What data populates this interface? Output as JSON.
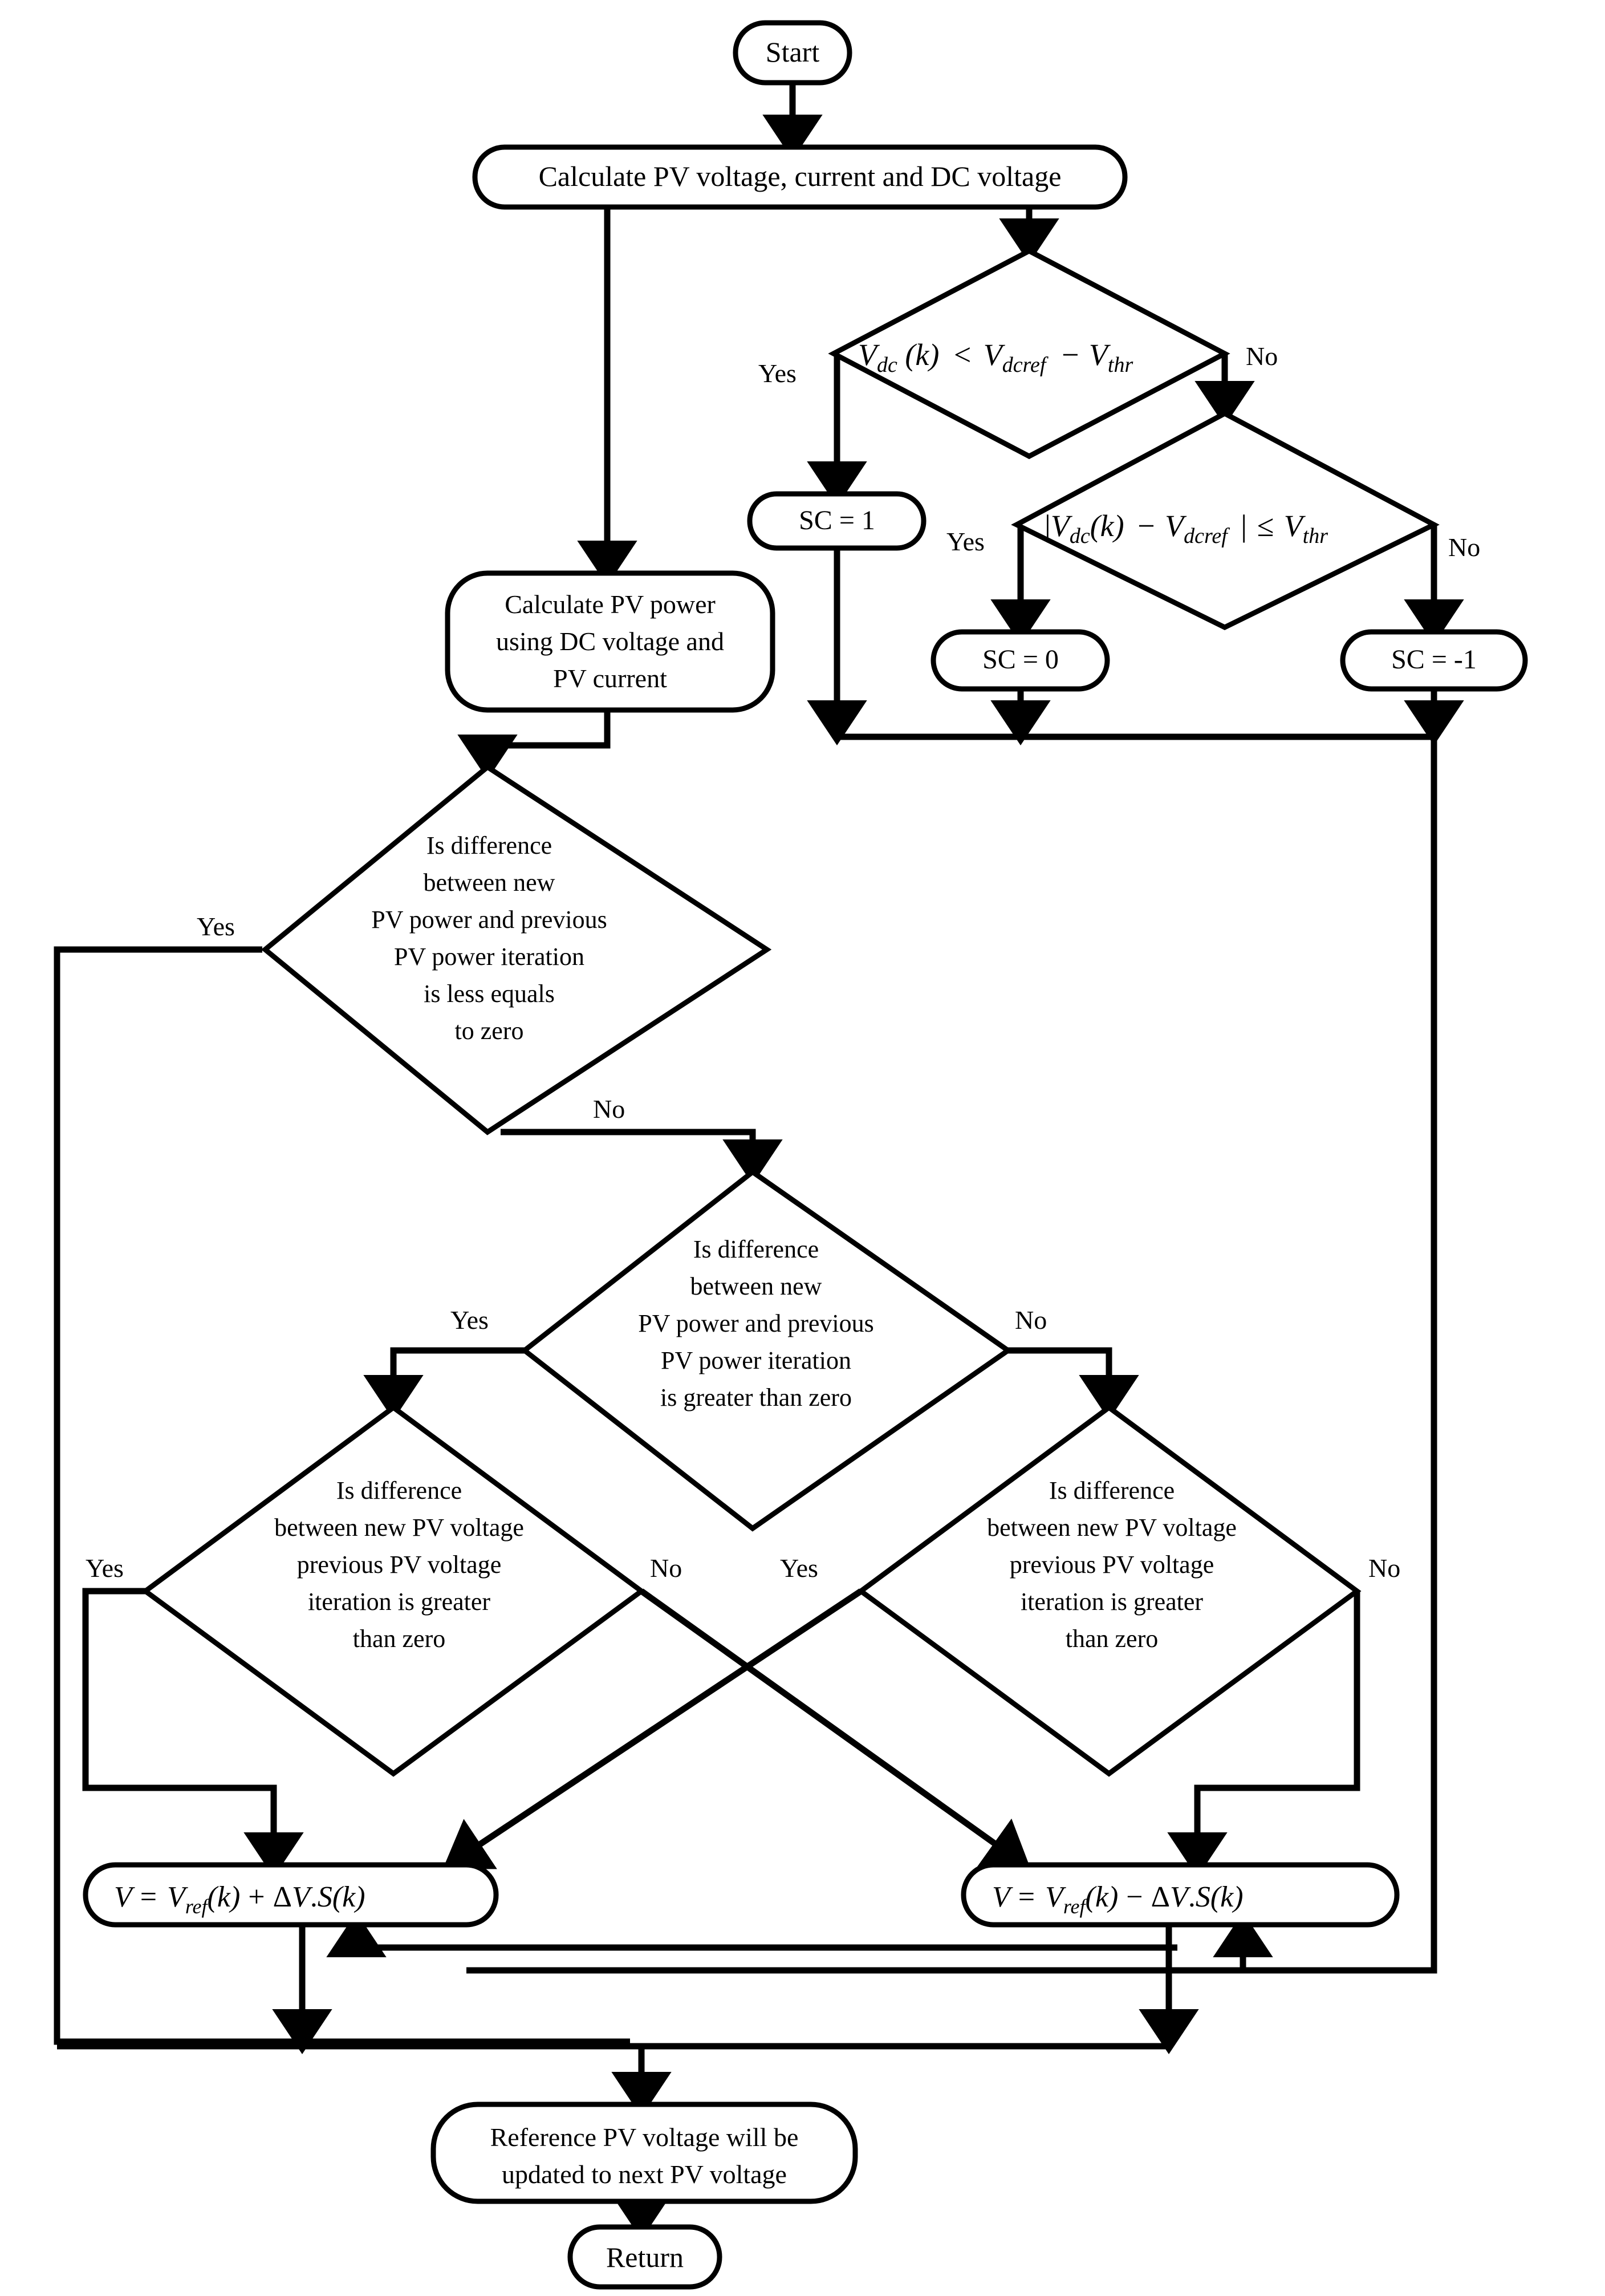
{
  "diagram": {
    "title": "MPPT with DC-link voltage supervisory control flowchart",
    "stroke_color": "#000000",
    "fill_color": "#ffffff",
    "background": "#ffffff"
  },
  "nodes": {
    "start": {
      "label": "Start",
      "shape": "terminator"
    },
    "calc_measure": {
      "label": "Calculate PV voltage, current and DC voltage",
      "shape": "process"
    },
    "dec_vdc_less": {
      "shape": "decision",
      "expr_plain": "V_dc (k) < V_dcref - V_thr",
      "parts": {
        "v1": "V",
        "sub1": "dc",
        "arg1": "(k)",
        "op1": "<",
        "v2": "V",
        "sub2": "dcref",
        "op2": "−",
        "v3": "V",
        "sub3": "thr"
      },
      "yes": "Yes",
      "no": "No"
    },
    "sc_1": {
      "label": "SC = 1",
      "shape": "process"
    },
    "dec_vdc_abs": {
      "shape": "decision",
      "expr_plain": "|V_dc(k) - V_dcref| ≤ V_thr",
      "parts": {
        "bar_open": "|",
        "v1": "V",
        "sub1": "dc",
        "arg1": "(k)",
        "op1": "−",
        "v2": "V",
        "sub2": "dcref",
        "bar_close": "|",
        "op2": "≤",
        "v3": "V",
        "sub3": "thr"
      },
      "yes": "Yes",
      "no": "No"
    },
    "sc_0": {
      "label": "SC = 0",
      "shape": "process"
    },
    "sc_m1": {
      "label": "SC = -1",
      "shape": "process"
    },
    "calc_power": {
      "lines": [
        "Calculate PV power",
        "using DC voltage and",
        "PV current"
      ],
      "shape": "process"
    },
    "dec_power_le": {
      "shape": "decision",
      "lines": [
        "Is difference",
        "between new",
        "PV power and previous",
        "PV power iteration",
        "is less equals",
        "to zero"
      ],
      "yes": "Yes",
      "no": "No"
    },
    "dec_power_gt": {
      "shape": "decision",
      "lines": [
        "Is difference",
        "between new",
        "PV power and previous",
        "PV power iteration",
        "is greater than zero"
      ],
      "yes": "Yes",
      "no": "No"
    },
    "dec_volt_left": {
      "shape": "decision",
      "lines": [
        "Is difference",
        "between new PV voltage",
        "previous PV voltage",
        "iteration is greater",
        "than zero"
      ],
      "yes": "Yes",
      "no": "No"
    },
    "dec_volt_right": {
      "shape": "decision",
      "lines": [
        "Is difference",
        "between new PV voltage",
        "previous PV voltage",
        "iteration is greater",
        "than zero"
      ],
      "yes": "Yes",
      "no": "No"
    },
    "v_plus": {
      "shape": "process",
      "expr_plain": "V = V_ref(k) + ΔV.S(k)",
      "parts": {
        "v0": "V",
        "eq": "=",
        "v1": "V",
        "sub1": "ref",
        "arg1": "(k)",
        "op": "+",
        "delta": "ΔV.S(k)"
      }
    },
    "v_minus": {
      "shape": "process",
      "expr_plain": "V = V_ref(k) − ΔV.S(k)",
      "parts": {
        "v0": "V",
        "eq": "=",
        "v1": "V",
        "sub1": "ref",
        "arg1": "(k)",
        "op": "−",
        "delta": "ΔV.S(k)"
      }
    },
    "update_ref": {
      "lines": [
        "Reference PV voltage will be",
        "updated to next PV voltage"
      ],
      "shape": "process"
    },
    "return": {
      "label": "Return",
      "shape": "terminator"
    }
  },
  "edge_labels": {
    "vdc_less_yes": "Yes",
    "vdc_less_no": "No",
    "vdc_abs_yes": "Yes",
    "vdc_abs_no": "No",
    "power_le_yes": "Yes",
    "power_le_no": "No",
    "power_gt_yes": "Yes",
    "power_gt_no": "No",
    "volt_left_yes": "Yes",
    "volt_left_no": "No",
    "volt_right_yes": "Yes",
    "volt_right_no": "No"
  }
}
